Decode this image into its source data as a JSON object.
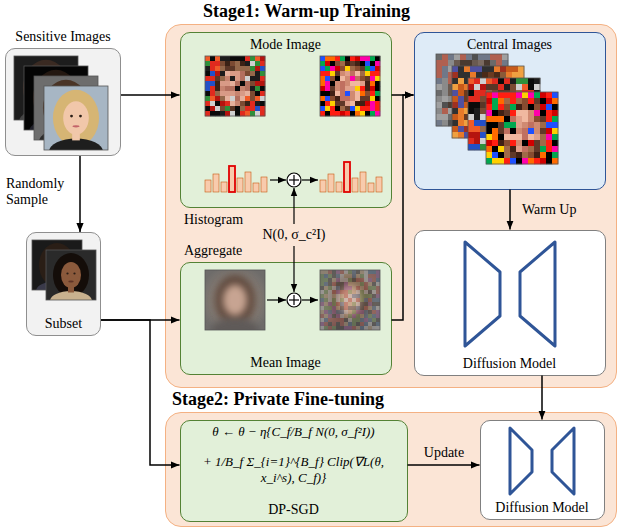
{
  "diagram": {
    "nodes": [
      {
        "text": [
          "Stage1: Warm-up Training"
        ]
      },
      {
        "text": [
          "Sensitive Images"
        ]
      },
      {
        "text": [
          "Subset"
        ]
      },
      {
        "text": [
          "Mode Image"
        ],
        "in": 0
      },
      {
        "text": [
          "Mean Image"
        ],
        "in": 0
      },
      {
        "text": [
          "Central Images"
        ],
        "in": 0
      },
      {
        "text": [
          "Diffusion Model"
        ],
        "in": 0
      },
      {
        "text": [
          "Stage2: Private Fine-tuning"
        ]
      },
      {
        "text": [
          "θ ← θ − η{C_f/B_f N(0, σ_f²I))",
          "+ 1/B_f Σ_{i=1}^{B_f} Clip(∇L(θ, x_i^s), C_f)}",
          "DP-SGD"
        ],
        "in": 7
      },
      {
        "text": [
          "Diffusion Model"
        ],
        "in": 7
      }
    ],
    "edges": [
      {
        "from": 1,
        "to": 2,
        "arrow": "to",
        "label": "Randomly Sample"
      },
      {
        "from": 1,
        "to": 3,
        "arrow": "to"
      },
      {
        "from": 2,
        "to": 4,
        "arrow": "to"
      },
      {
        "from": 2,
        "to": 8,
        "arrow": "to"
      },
      {
        "from": 3,
        "to": 5,
        "arrow": "to"
      },
      {
        "from": 4,
        "to": 5,
        "arrow": "to"
      },
      {
        "from": 5,
        "to": 6,
        "arrow": "to",
        "label": "Warm Up"
      },
      {
        "from": 6,
        "to": 9,
        "arrow": "to"
      },
      {
        "from": 8,
        "to": 9,
        "arrow": "to",
        "label": "Update"
      }
    ],
    "labels": [
      "Histogram",
      "N(0, σ_c²I)",
      "Aggregate"
    ]
  }
}
